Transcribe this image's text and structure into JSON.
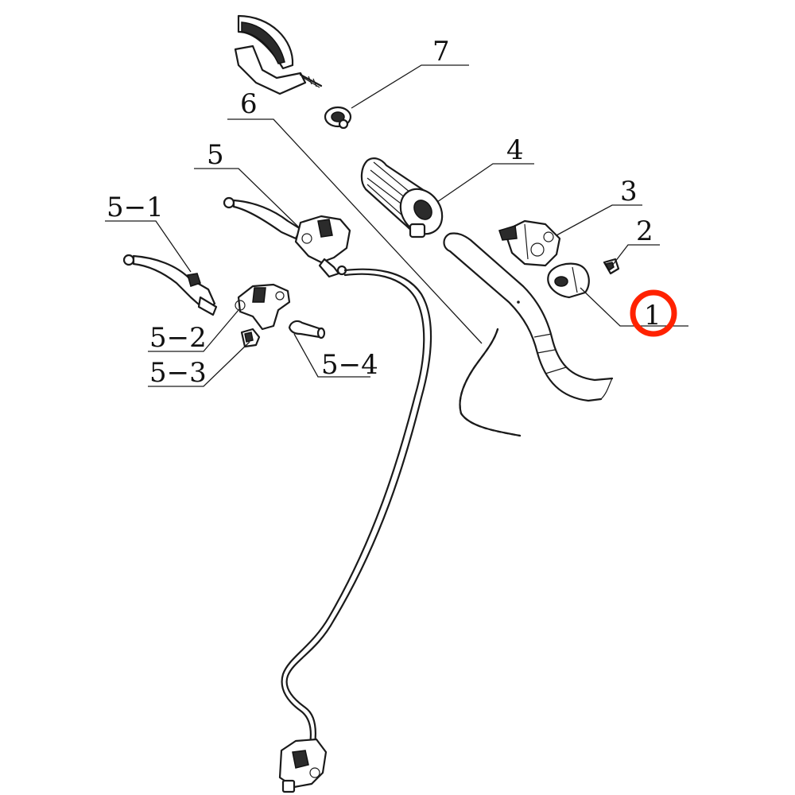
{
  "callouts": [
    {
      "id": "c7",
      "label": "7"
    },
    {
      "id": "c6",
      "label": "6"
    },
    {
      "id": "c5",
      "label": "5"
    },
    {
      "id": "c4",
      "label": "4"
    },
    {
      "id": "c3",
      "label": "3"
    },
    {
      "id": "c2",
      "label": "2"
    },
    {
      "id": "c1",
      "label": "1",
      "highlighted": true
    },
    {
      "id": "c51",
      "label": "5−1"
    },
    {
      "id": "c52",
      "label": "5−2"
    },
    {
      "id": "c53",
      "label": "5−3"
    },
    {
      "id": "c54",
      "label": "5−4"
    }
  ],
  "highlight_color": "#ff2200"
}
